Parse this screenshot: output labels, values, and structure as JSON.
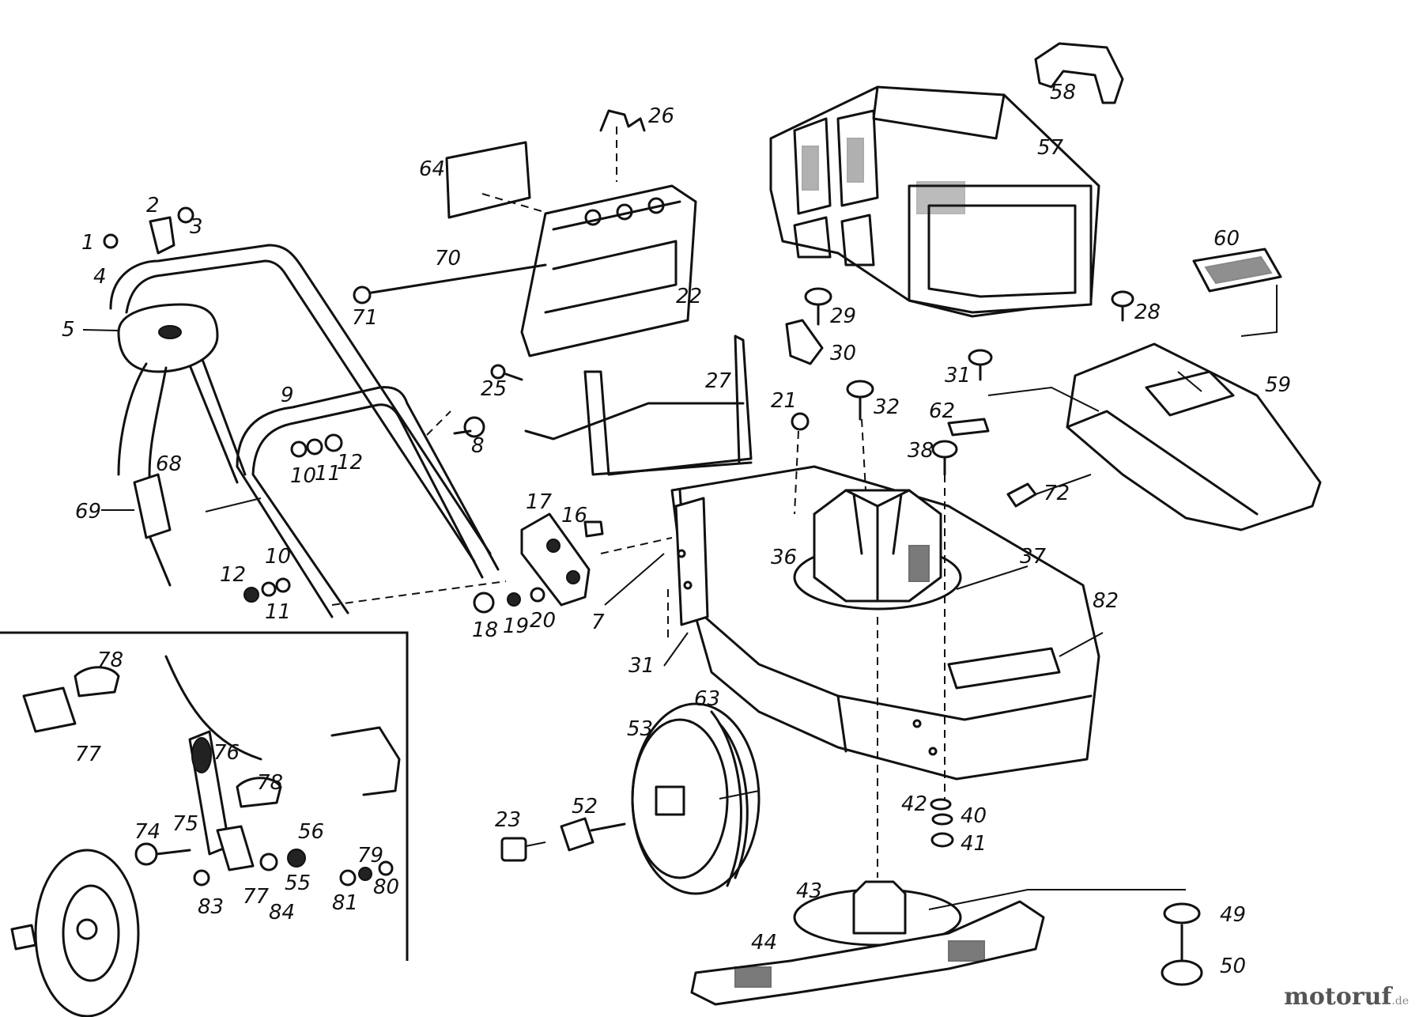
{
  "labels": {
    "l1": "1",
    "l2": "2",
    "l3": "3",
    "l4": "4",
    "l5": "5",
    "l7": "7",
    "l8": "8",
    "l9": "9",
    "l10a": "10",
    "l11a": "11",
    "l12a": "12",
    "l10b": "10",
    "l11b": "11",
    "l12b": "12",
    "l16": "16",
    "l17": "17",
    "l18": "18",
    "l19": "19",
    "l20": "20",
    "l21": "21",
    "l22": "22",
    "l23": "23",
    "l25": "25",
    "l26": "26",
    "l27": "27",
    "l28": "28",
    "l29": "29",
    "l30": "30",
    "l31a": "31",
    "l31b": "31",
    "l32": "32",
    "l36": "36",
    "l37": "37",
    "l38": "38",
    "l40": "40",
    "l41": "41",
    "l42": "42",
    "l43": "43",
    "l44": "44",
    "l49": "49",
    "l50": "50",
    "l52": "52",
    "l53": "53",
    "l55": "55",
    "l56": "56",
    "l57": "57",
    "l58": "58",
    "l59": "59",
    "l60": "60",
    "l62": "62",
    "l63": "63",
    "l64": "64",
    "l68": "68",
    "l69": "69",
    "l70": "70",
    "l71": "71",
    "l72": "72",
    "l74": "74",
    "l75": "75",
    "l76": "76",
    "l77a": "77",
    "l77b": "77",
    "l78a": "78",
    "l78b": "78",
    "l79": "79",
    "l80": "80",
    "l81": "81",
    "l82": "82",
    "l83": "83",
    "l84": "84"
  },
  "watermark": {
    "brand": "motoruf",
    "suffix": ".de"
  },
  "colors": {
    "line": "#111111",
    "watermark": "#555555"
  }
}
